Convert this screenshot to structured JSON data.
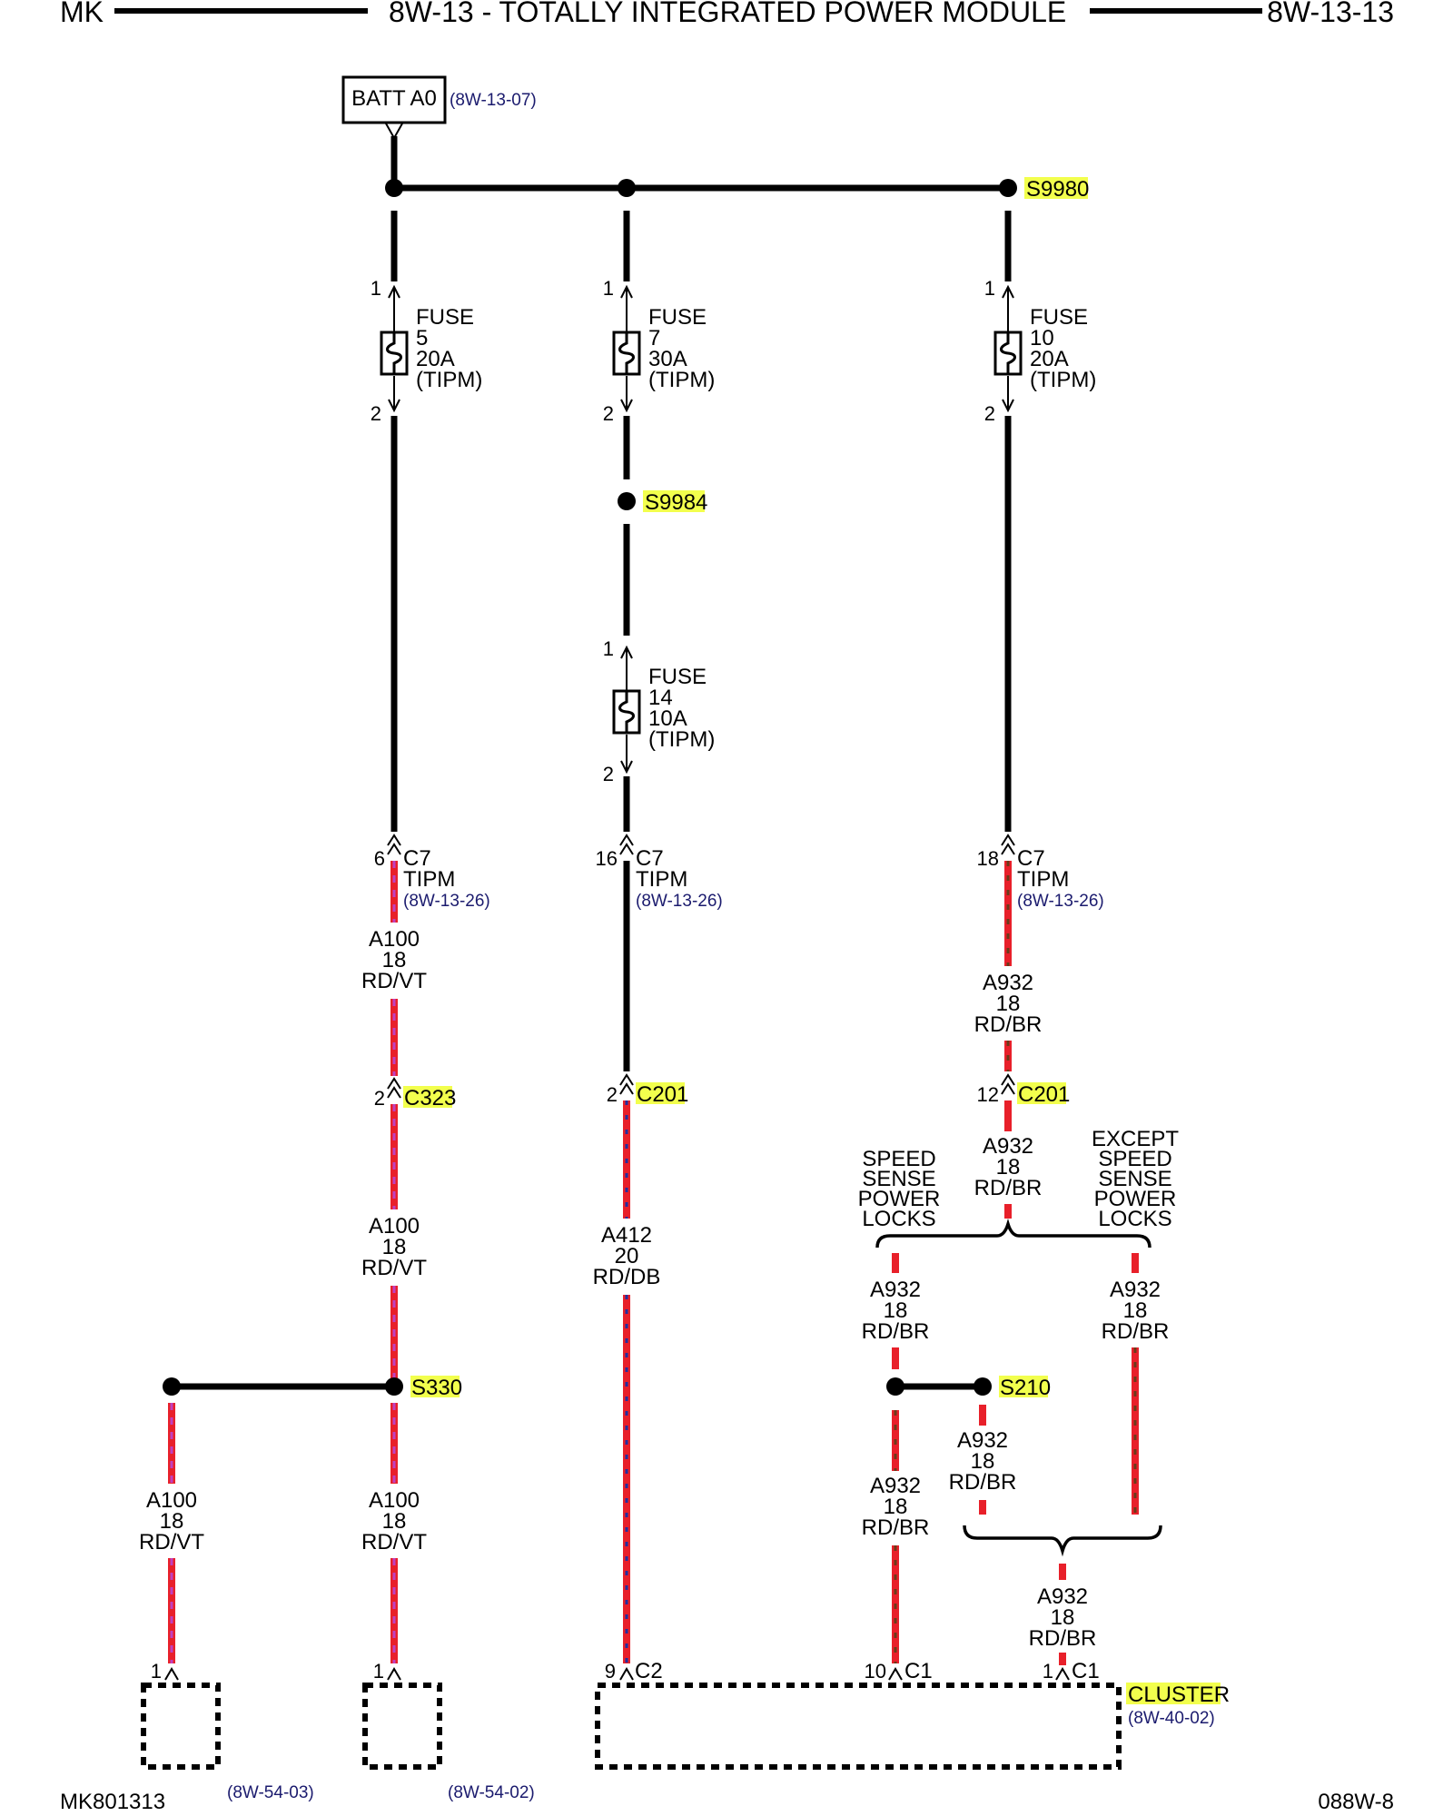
{
  "header": {
    "left": "MK",
    "center": "8W-13 - TOTALLY INTEGRATED POWER MODULE",
    "right": "8W-13-13"
  },
  "footer": {
    "left": "MK801313",
    "right": "088W-8"
  },
  "source": {
    "label": "BATT A0",
    "ref": "(8W-13-07)"
  },
  "splices": {
    "s9980": "S9980",
    "s9984": "S9984",
    "s330": "S330",
    "s210": "S210"
  },
  "fuses": [
    {
      "word": "FUSE",
      "number": "5",
      "rating": "20A",
      "location": "(TIPM)",
      "pin_in": "1",
      "pin_out": "2"
    },
    {
      "word": "FUSE",
      "number": "7",
      "rating": "30A",
      "location": "(TIPM)",
      "pin_in": "1",
      "pin_out": "2"
    },
    {
      "word": "FUSE",
      "number": "14",
      "rating": "10A",
      "location": "(TIPM)",
      "pin_in": "1",
      "pin_out": "2"
    },
    {
      "word": "FUSE",
      "number": "10",
      "rating": "20A",
      "location": "(TIPM)",
      "pin_in": "1",
      "pin_out": "2"
    }
  ],
  "tipm_connectors": [
    {
      "pin": "6",
      "connector": "C7",
      "module": "TIPM",
      "ref": "(8W-13-26)"
    },
    {
      "pin": "16",
      "connector": "C7",
      "module": "TIPM",
      "ref": "(8W-13-26)"
    },
    {
      "pin": "18",
      "connector": "C7",
      "module": "TIPM",
      "ref": "(8W-13-26)"
    }
  ],
  "inline_connectors": {
    "c323": {
      "pin": "2",
      "name": "C323"
    },
    "c201_a412": {
      "pin": "2",
      "name": "C201"
    },
    "c201_a932": {
      "pin": "12",
      "name": "C201"
    }
  },
  "wires": {
    "a100": {
      "circuit": "A100",
      "gauge": "18",
      "color": "RD/VT"
    },
    "a412": {
      "circuit": "A412",
      "gauge": "20",
      "color": "RD/DB"
    },
    "a932": {
      "circuit": "A932",
      "gauge": "18",
      "color": "RD/BR"
    }
  },
  "options": {
    "speed_sense": [
      "SPEED",
      "SENSE",
      "POWER",
      "LOCKS"
    ],
    "except_speed_sense": [
      "EXCEPT",
      "SPEED",
      "SENSE",
      "POWER",
      "LOCKS"
    ]
  },
  "destinations": {
    "left_1": {
      "pin": "1",
      "ref": "(8W-54-03)"
    },
    "left_2": {
      "pin": "1",
      "ref": "(8W-54-02)"
    },
    "cluster": {
      "name": "CLUSTER",
      "ref": "(8W-40-02)",
      "pins": [
        {
          "pin": "9",
          "connector": "C2"
        },
        {
          "pin": "10",
          "connector": "C1"
        },
        {
          "pin": "1",
          "connector": "C1"
        }
      ]
    }
  },
  "colors": {
    "wire_red": "#e8202a",
    "stripe_violet": "#c040c0",
    "stripe_blue": "#2030a0",
    "stripe_brown": "#6b3a1a",
    "splice_highlight": "#f2ff4d",
    "reference_text": "#1b1b6e"
  }
}
